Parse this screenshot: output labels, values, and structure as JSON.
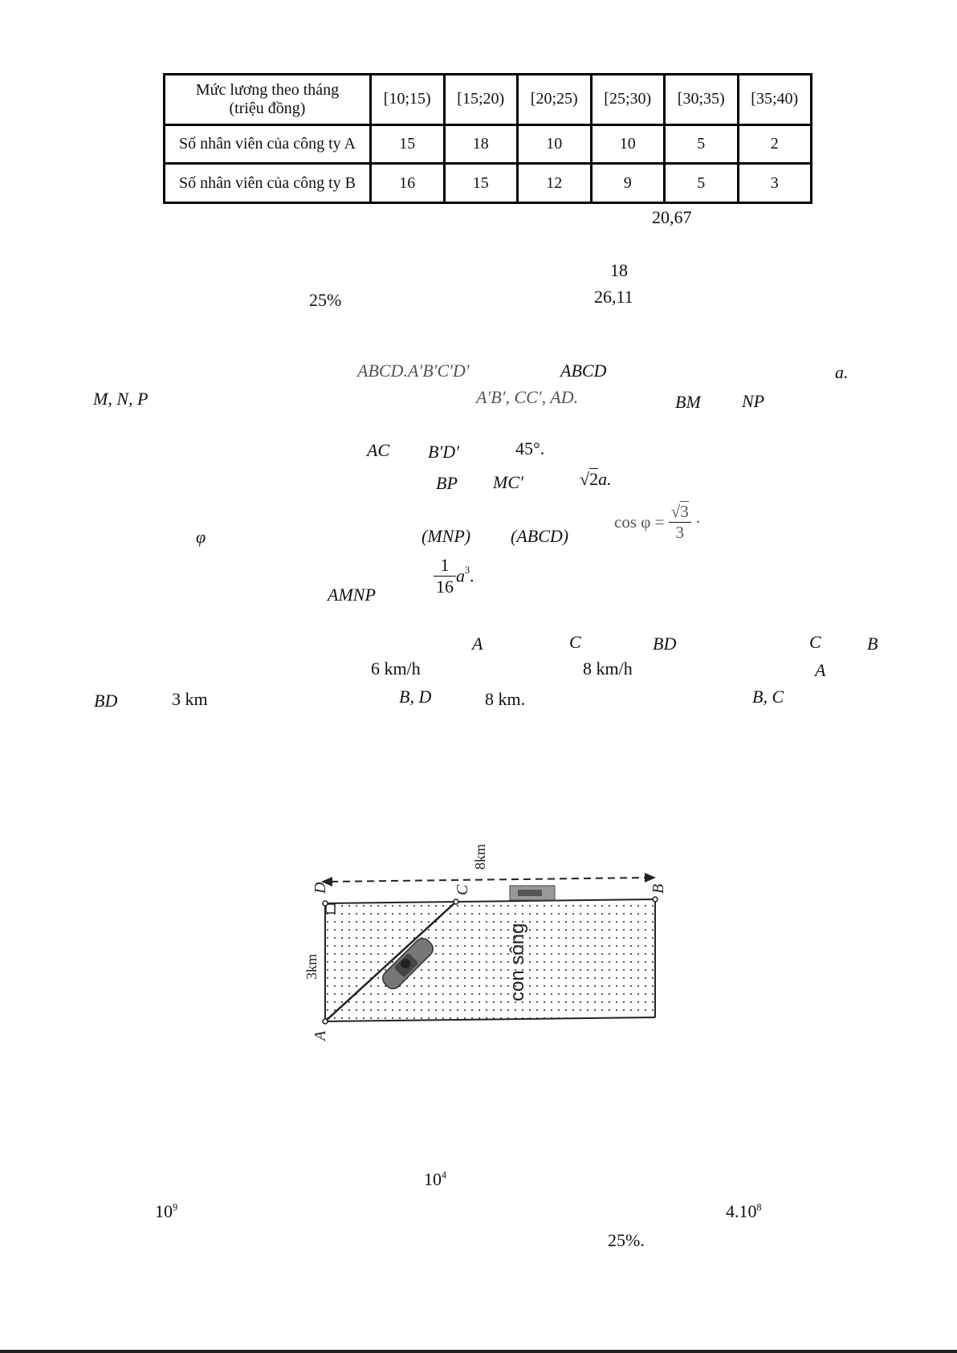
{
  "table": {
    "header": [
      "Mức lương theo tháng (triệu đồng)",
      "[10;15)",
      "[15;20)",
      "[20;25)",
      "[25;30)",
      "[30;35)",
      "[35;40)"
    ],
    "header_line1": "Mức lương theo tháng",
    "header_line2": "(triệu đồng)",
    "rows": [
      {
        "label": "Số nhân viên của công ty A",
        "values": [
          "15",
          "18",
          "10",
          "10",
          "5",
          "2"
        ]
      },
      {
        "label": "Số nhân viên của công ty B",
        "values": [
          "16",
          "15",
          "12",
          "9",
          "5",
          "3"
        ]
      }
    ]
  },
  "fragments": {
    "v2067": "20,67",
    "v18": "18",
    "v25pct": "25%",
    "v2611": "26,11",
    "prism": "ABCD.A′B′C′D′",
    "base": "ABCD",
    "a": "a.",
    "mnp": "M, N, P",
    "midpoints": "A′B′, CC′, AD.",
    "bm": "BM",
    "np": "NP",
    "ac": "AC",
    "bd_prime": "B′D′",
    "deg": "45°.",
    "bp": "BP",
    "mc_prime": "MC′",
    "sqrt2a_rad": "2",
    "sqrt2a_a": "a.",
    "phi": "φ",
    "mnp_plane": "(MNP)",
    "abcd_plane": "(ABCD)",
    "cos_left": "cos φ =",
    "sqrt3": "3",
    "three": "3",
    "cos_dot": "·",
    "frac_num": "1",
    "frac_den": "16",
    "a_cubed": "a",
    "a_cubed_exp": "3",
    "a_cubed_dot": ".",
    "amnp": "AMNP",
    "pA": "A",
    "pC": "C",
    "pBD": "BD",
    "pC2": "C",
    "pB": "B",
    "speed1": "6 km/h",
    "speed2": "8 km/h",
    "pA2": "A",
    "pBD2": "BD",
    "km3": "3 km",
    "pBD3": "B, D",
    "km8": "8 km.",
    "pBC": "B, C",
    "ten": "10",
    "exp4": "4",
    "exp9": "9",
    "four_ten": "4.10",
    "exp8": "8",
    "pct25": "25%."
  },
  "figure": {
    "label_D": "D",
    "label_C": "C",
    "label_B": "B",
    "label_A": "A",
    "dist_top": "8km",
    "dist_left": "3km",
    "river": "con sông"
  }
}
